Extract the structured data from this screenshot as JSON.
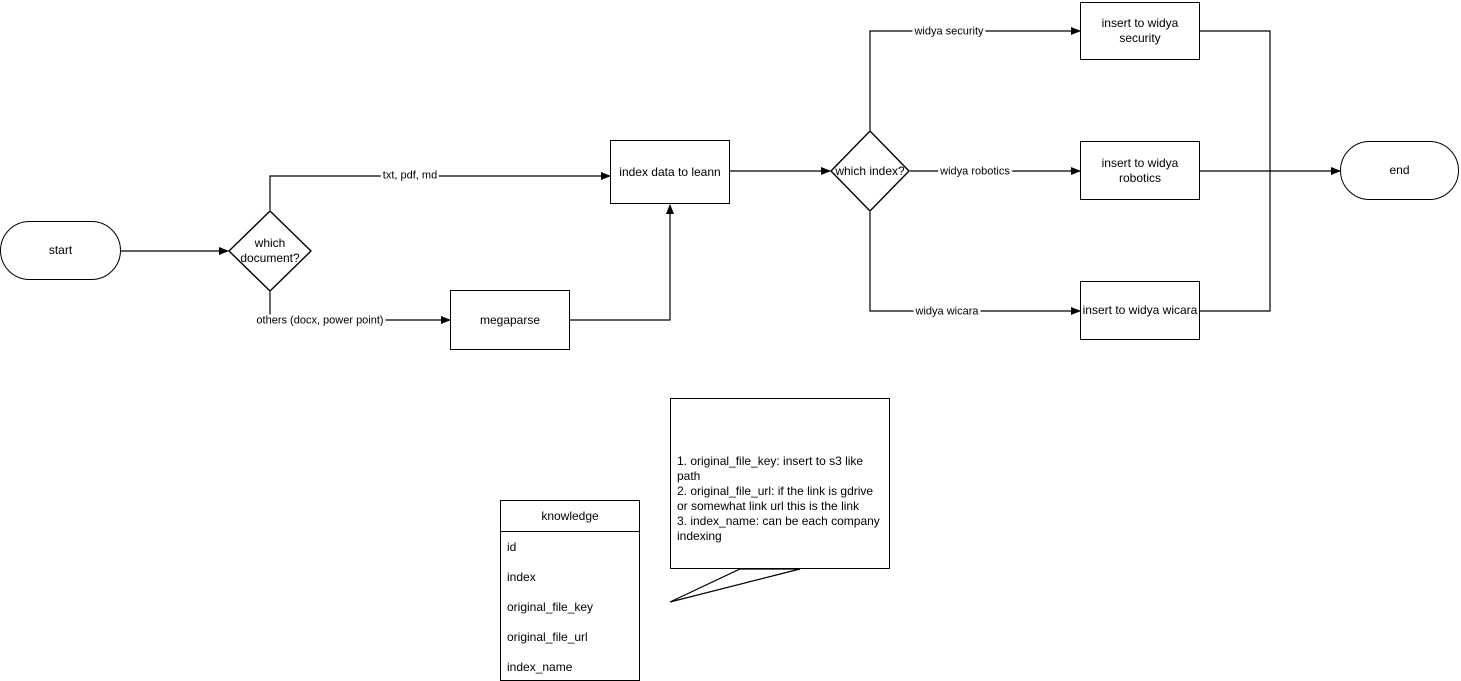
{
  "diagram": {
    "title": "document indexing flowchart",
    "stroke_color": "#000000",
    "fill_color": "#ffffff",
    "nodes": {
      "start": "start",
      "which_document": "which\ndocument?",
      "which_document_line1": "which",
      "which_document_line2": "document?",
      "index_data": "index data to leann",
      "megaparse": "megaparse",
      "which_index": "which index?",
      "insert_security_line1": "insert to widya",
      "insert_security_line2": "security",
      "insert_robotics_line1": "insert to widya",
      "insert_robotics_line2": "robotics",
      "insert_wicara": "insert to widya wicara",
      "end": "end"
    },
    "edge_labels": {
      "txt_pdf_md": "txt, pdf, md",
      "others": "others (docx, power point)",
      "widya_security": "widya security",
      "widya_robotics": "widya robotics",
      "widya_wicara": "widya wicara"
    }
  },
  "callout": {
    "text": "1. original_file_key: insert to s3 like path\n2. original_file_url: if the link is gdrive or somewhat link url this is the link\n3. index_name: can be each company indexing"
  },
  "knowledge_table": {
    "title": "knowledge",
    "rows": [
      "id",
      "index",
      "original_file_key",
      "original_file_url",
      "index_name"
    ]
  }
}
